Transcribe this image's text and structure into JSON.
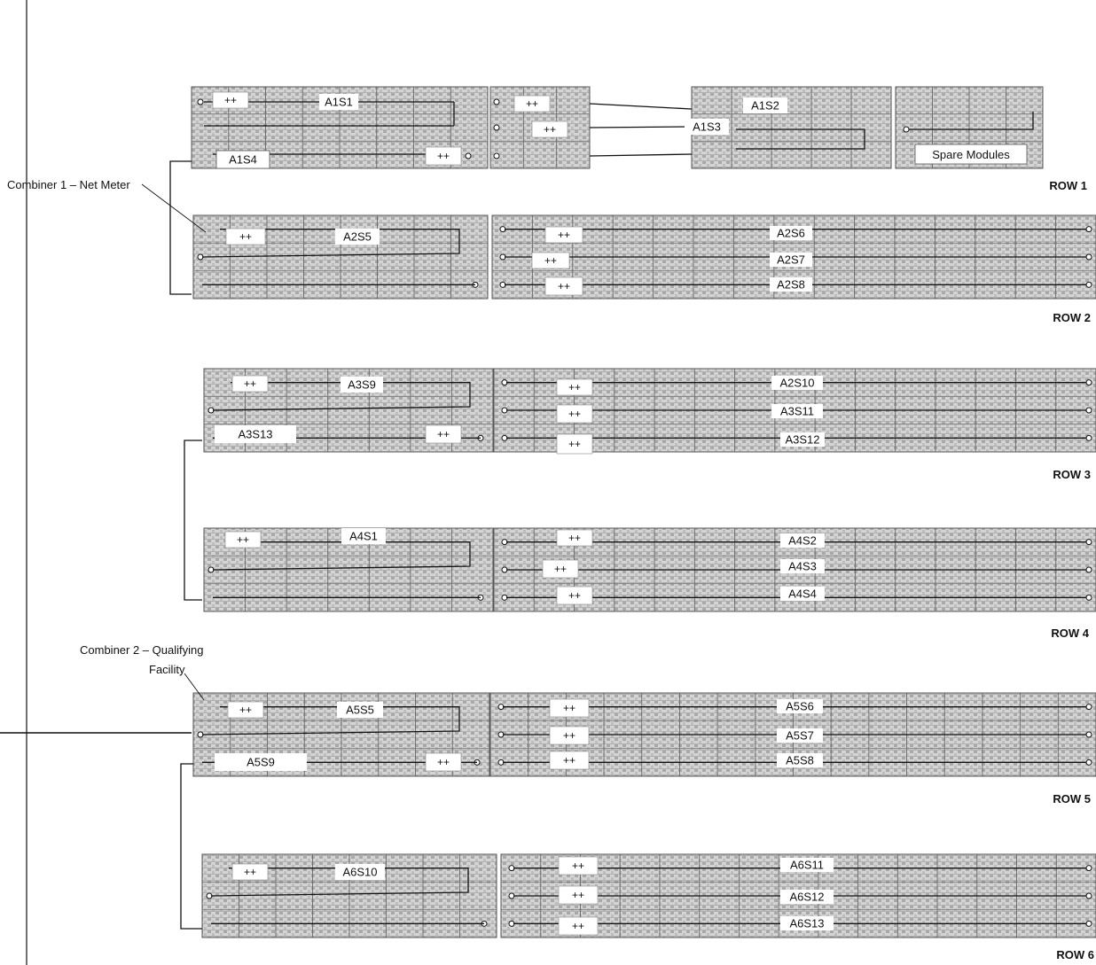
{
  "combiners": [
    {
      "lines": [
        "Combiner 1 – Net Meter"
      ]
    },
    {
      "lines": [
        "Combiner 2 – Qualifying",
        "Facility"
      ]
    }
  ],
  "row_labels": [
    "ROW 1",
    "ROW 2",
    "ROW 3",
    "ROW 4",
    "ROW 5",
    "ROW 6"
  ],
  "polarity_mark": "++",
  "spare_label": "Spare Modules",
  "strings": [
    "A1S1",
    "A1S2",
    "A1S3",
    "A1S4",
    "A2S5",
    "A2S6",
    "A2S7",
    "A2S8",
    "A3S9",
    "A2S10",
    "A3S11",
    "A3S12",
    "A3S13",
    "A4S1",
    "A4S2",
    "A4S3",
    "A4S4",
    "A5S5",
    "A5S6",
    "A5S7",
    "A5S8",
    "A5S9",
    "A6S10",
    "A6S11",
    "A6S12",
    "A6S13"
  ],
  "colors": {
    "module_fill": "#d2d2d2",
    "module_border": "#555555",
    "wire": "#111111",
    "background": "#ffffff"
  }
}
